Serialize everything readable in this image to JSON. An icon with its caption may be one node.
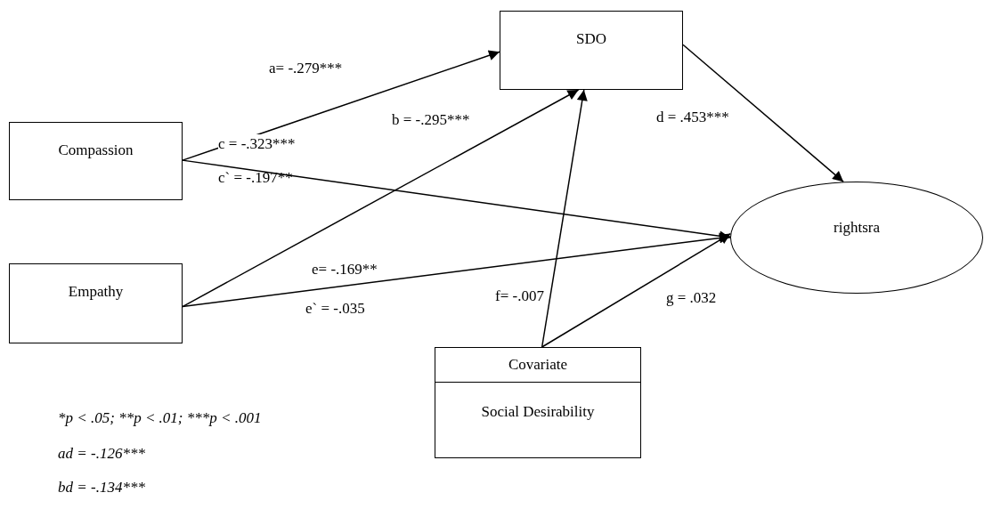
{
  "diagram": {
    "nodes": [
      {
        "text": [
          "SDO"
        ]
      },
      {
        "text": [
          "Compassion"
        ]
      },
      {
        "text": [
          "Empathy"
        ]
      },
      {
        "text": [
          "rightsra"
        ]
      },
      {
        "text": [
          "Covariate",
          "Social Desirability"
        ]
      }
    ],
    "edges": [
      {
        "from": 1,
        "to": 0,
        "arrow": "to",
        "label": "a= -.279***"
      },
      {
        "from": 2,
        "to": 0,
        "arrow": "to",
        "label": "b = -.295***"
      },
      {
        "from": 1,
        "to": 3,
        "arrow": "to",
        "label": "c = -.323***"
      },
      {
        "from": 0,
        "to": 3,
        "arrow": "to",
        "label": "d = .453***"
      },
      {
        "from": 2,
        "to": 3,
        "arrow": "to",
        "label": "e= -.169**"
      },
      {
        "from": 4,
        "to": 0,
        "arrow": "to",
        "label": "f= -.007"
      },
      {
        "from": 4,
        "to": 3,
        "arrow": "to",
        "label": "g = .032"
      }
    ],
    "labels": [
      "c` = -.197**",
      "e` = -.035",
      "*p < .05; **p < .01; ***p < .001",
      "ad = -.126***",
      "bd = -.134***"
    ]
  }
}
